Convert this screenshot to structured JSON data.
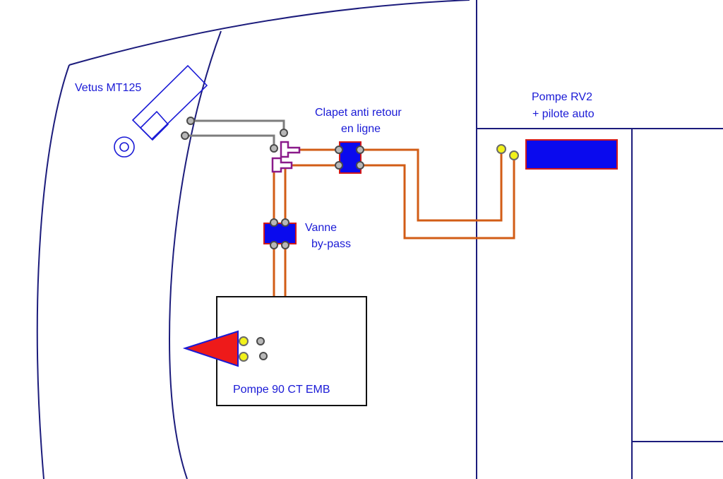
{
  "labels": {
    "cylinder": "Vetus MT125",
    "check_valve_line1": "Clapet anti retour",
    "check_valve_line2": "en ligne",
    "bypass_line1": "Vanne",
    "bypass_line2": "by-pass",
    "pump_rv2_line1": "Pompe RV2",
    "pump_rv2_line2": "+ pilote auto",
    "helm_pump": "Pompe 90 CT EMB"
  },
  "colors": {
    "hull_lines": "#1c1c7c",
    "hydraulic_pipe": "#d25c16",
    "return_pipe": "#7d7d7d",
    "valve_body": "#0a0aee",
    "valve_border": "#d21a1a",
    "tee_fitting": "#8a1a8a",
    "pump_connector": "#f2f21a",
    "label_text": "#1a1ad6"
  }
}
